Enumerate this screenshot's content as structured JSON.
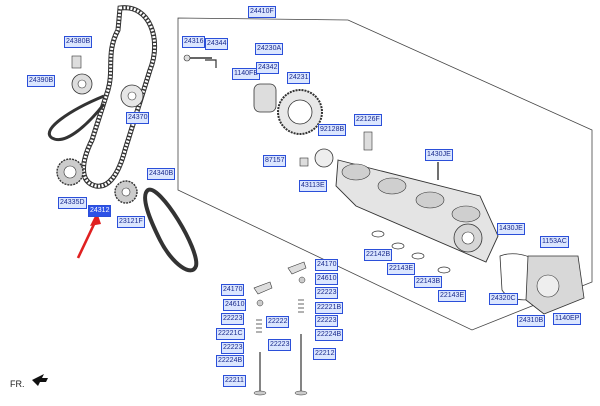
{
  "diagram": {
    "orientation_label": "FR.",
    "labels": {
      "p24380B": "24380B",
      "p24390B": "24390B",
      "p24370": "24370",
      "p24335D": "24335D",
      "p24312": "24312",
      "p24340B": "24340B",
      "p23121F": "23121F",
      "p24410F": "24410F",
      "p24316": "24316",
      "p24344": "24344",
      "p24230A": "24230A",
      "p1140FB": "1140FB",
      "p24342": "24342",
      "p24231": "24231",
      "p22126F": "22126F",
      "p92128B": "92128B",
      "p87157": "87157",
      "p43113E": "43113E",
      "p1430JE_1": "1430JE",
      "p1430JE_2": "1430JE",
      "p1153AC": "1153AC",
      "p22142B": "22142B",
      "p22143E_1": "22143E",
      "p22143B": "22143B",
      "p22143E_2": "22143E",
      "p24320C": "24320C",
      "p24310B": "24310B",
      "p1140EP": "1140EP",
      "p24170_l": "24170",
      "p24170_r": "24170",
      "p24610_l": "24610",
      "p24610_r": "24610",
      "p22223_l1": "22223",
      "p22223_r1": "22223",
      "p22221B_r": "22221B",
      "p22222_m": "22222",
      "p22223_r2": "22223",
      "p22221C": "22221C",
      "p22224B_r": "22224B",
      "p22223_l2": "22223",
      "p22223_m": "22223",
      "p22224B_l": "22224B",
      "p22212": "22212",
      "p22211": "22211"
    },
    "selected_part": "24312",
    "colors": {
      "label_border": "#2b4fd9",
      "label_fill": "#dbe6ff",
      "label_selected_fill": "#2d52e6",
      "arrow": "#e02020",
      "line_art": "#333333"
    }
  }
}
